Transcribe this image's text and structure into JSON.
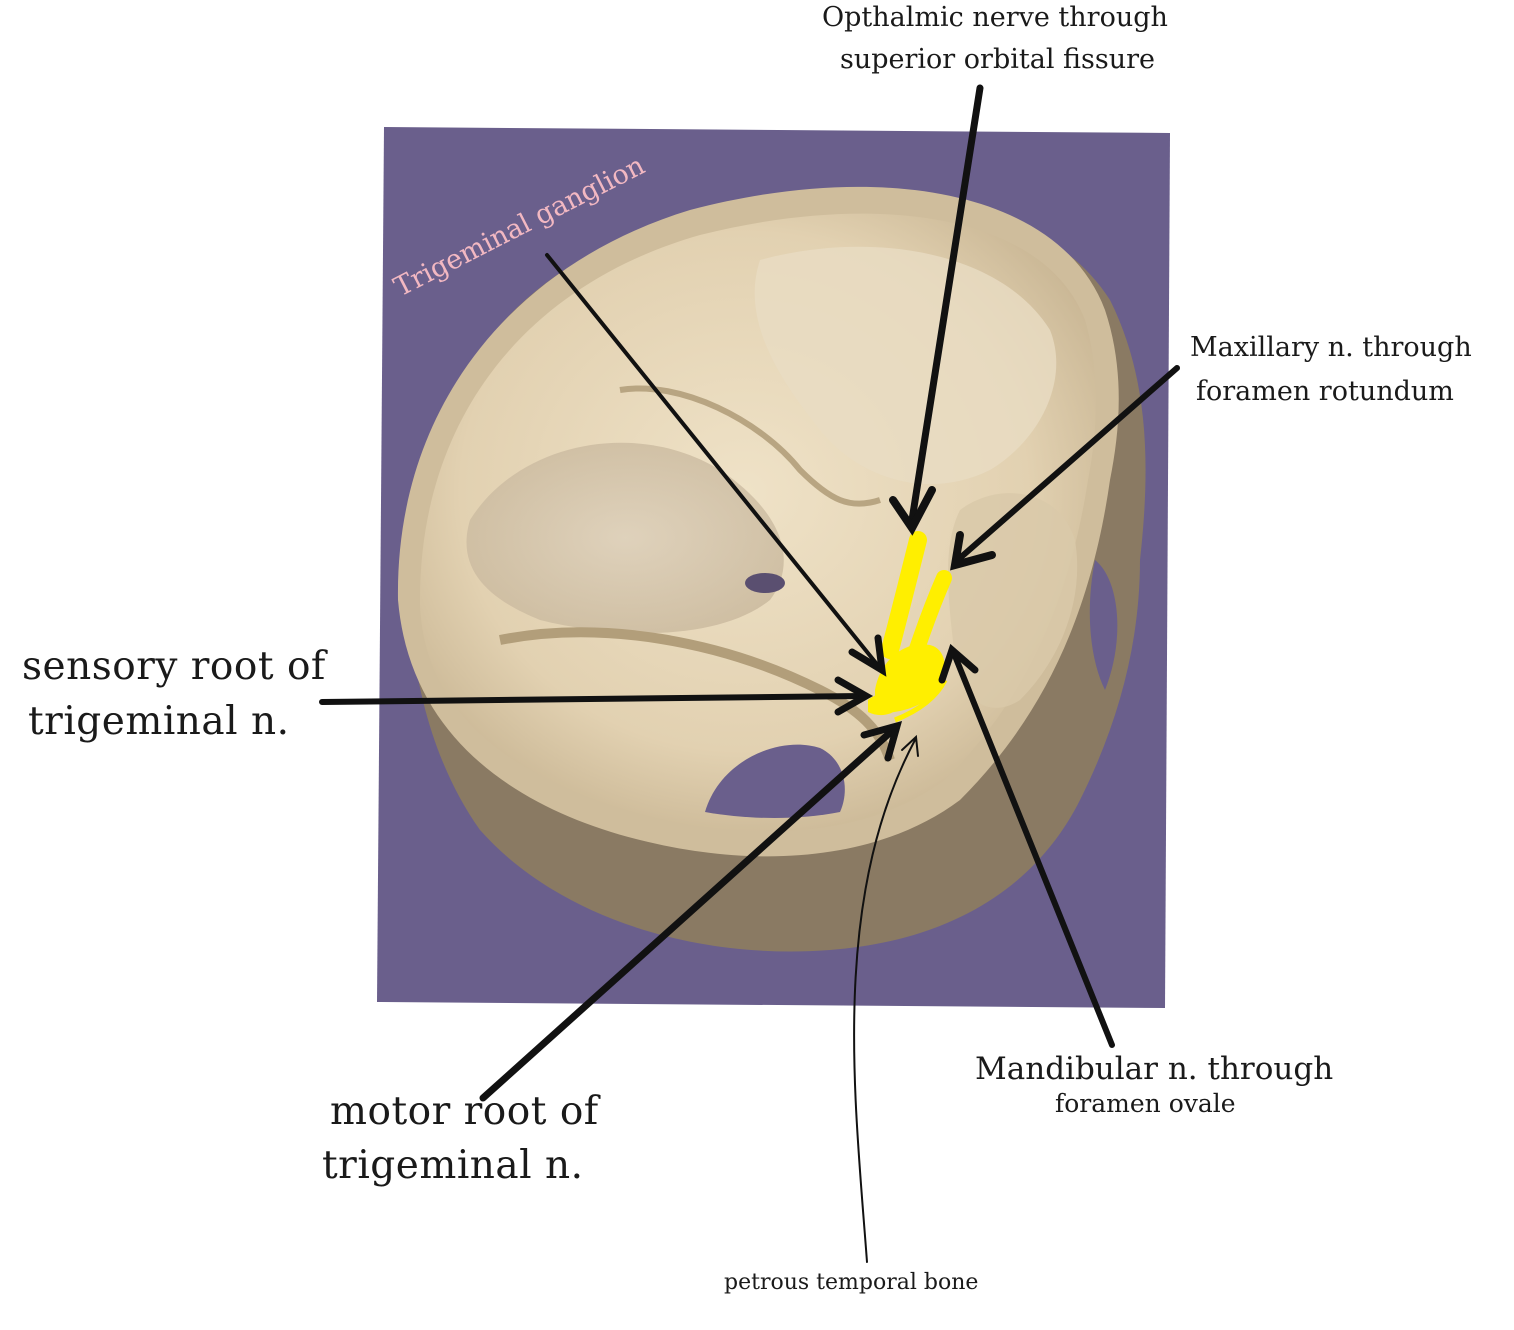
{
  "labels": {
    "ophthalmic": {
      "line1": "Opthalmic nerve through",
      "line2": "superior orbital fissure"
    },
    "maxillary": {
      "line1": "Maxillary n. through",
      "line2": "foramen rotundum"
    },
    "ganglion": "Trigeminal ganglion",
    "sensory": {
      "line1": "sensory root of",
      "line2": "trigeminal n."
    },
    "motor": {
      "line1": "motor root of",
      "line2": "trigeminal n."
    },
    "mandibular": {
      "line1": "Mandibular n. through",
      "line2": "foramen ovale"
    },
    "petrous": "petrous temporal bone"
  },
  "colors": {
    "background_panel": "#6a5f8c",
    "bone": "#e3d3b4",
    "bone_shadow": "#a8967a",
    "nerve": "#ffef00",
    "arrow": "#111111",
    "ganglion_label": "#f2b8c2"
  }
}
